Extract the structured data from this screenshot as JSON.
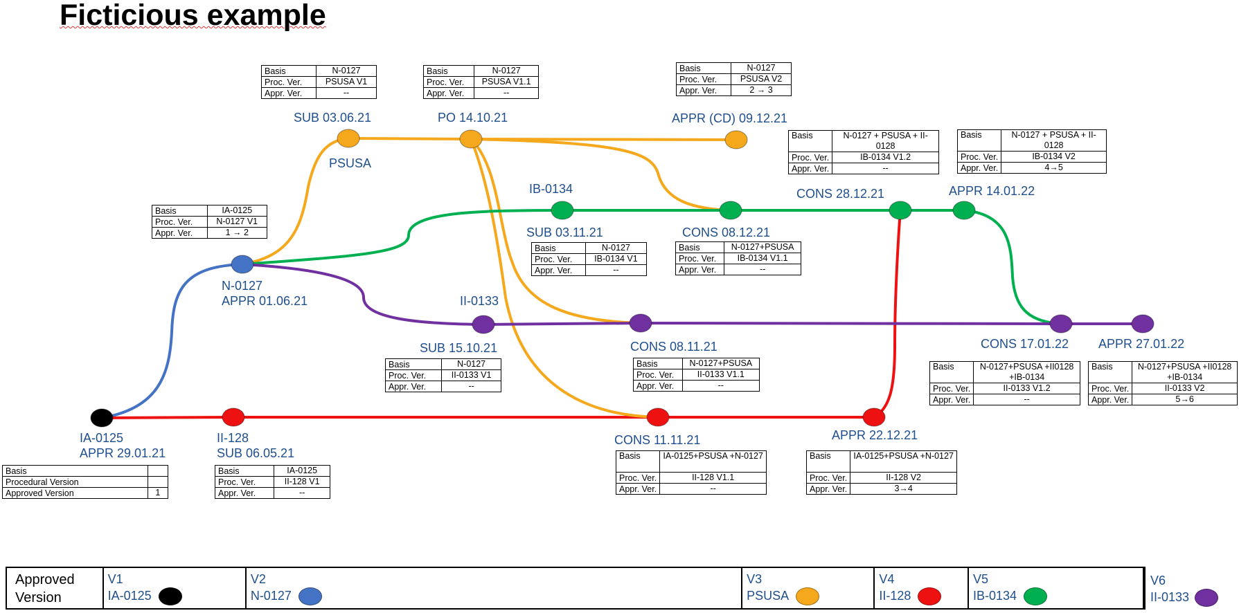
{
  "title": "Ficticious example",
  "colors": {
    "black": "#000000",
    "blue": "#4472c4",
    "orange": "#f5a81b",
    "red": "#ee1111",
    "green": "#00b050",
    "purple": "#7030a0",
    "label_blue": "#1f4e8c"
  },
  "nodes": {
    "ia0125": {
      "line1": "IA-0125",
      "line2": "APPR 29.01.21"
    },
    "ii128": {
      "line1": "II-128",
      "line2": "SUB 06.05.21"
    },
    "n0127": {
      "line1": "N-0127",
      "line2": "APPR 01.06.21"
    },
    "psusa_sub": {
      "line1": "SUB 03.06.21",
      "line2": "PSUSA"
    },
    "po": {
      "line1": "PO 14.10.21"
    },
    "appr_cd": {
      "line1": "APPR (CD) 09.12.21"
    },
    "ib0134": {
      "line1": "IB-0134",
      "line2": "SUB 03.11.21"
    },
    "cons_0812": {
      "line1": "CONS 08.12.21"
    },
    "cons_2812": {
      "line1": "CONS 28.12.21"
    },
    "appr_1401": {
      "line1": "APPR 14.01.22"
    },
    "ii0133": {
      "line1": "II-0133",
      "line2": "SUB 15.10.21"
    },
    "cons_0811": {
      "line1": "CONS 08.11.21"
    },
    "cons_1701": {
      "line1": "CONS 17.01.22"
    },
    "appr_2701": {
      "line1": "APPR 27.01.22"
    },
    "cons_1111": {
      "line1": "CONS 11.11.21"
    },
    "appr_2212": {
      "line1": "APPR 22.12.21"
    }
  },
  "tables": {
    "ia0125": {
      "keys": [
        "Basis",
        "Procedural Version",
        "Approved Version"
      ],
      "values": [
        "",
        "",
        "1"
      ]
    },
    "ii128": {
      "keys": [
        "Basis",
        "Proc. Ver.",
        "Appr. Ver."
      ],
      "values": [
        "IA-0125",
        "II-128 V1",
        "--"
      ]
    },
    "n0127": {
      "keys": [
        "Basis",
        "Proc. Ver.",
        "Appr. Ver."
      ],
      "values": [
        "IA-0125",
        "N-0127 V1",
        "1 → 2"
      ]
    },
    "psusa_sub": {
      "keys": [
        "Basis",
        "Proc. Ver.",
        "Appr. Ver."
      ],
      "values": [
        "N-0127",
        "PSUSA V1",
        "--"
      ]
    },
    "po": {
      "keys": [
        "Basis",
        "Proc. Ver.",
        "Appr. Ver."
      ],
      "values": [
        "N-0127",
        "PSUSA V1.1",
        "--"
      ]
    },
    "appr_cd": {
      "keys": [
        "Basis",
        "Proc. Ver.",
        "Appr. Ver."
      ],
      "values": [
        "N-0127",
        "PSUSA V2",
        "2 → 3"
      ]
    },
    "ib0134": {
      "keys": [
        "Basis",
        "Proc. Ver.",
        "Appr. Ver."
      ],
      "values": [
        "N-0127",
        "IB-0134 V1",
        "--"
      ]
    },
    "cons_0812": {
      "keys": [
        "Basis",
        "Proc. Ver.",
        "Appr. Ver."
      ],
      "values": [
        "N-0127+PSUSA",
        "IB-0134 V1.1",
        "--"
      ]
    },
    "cons_2812": {
      "keys": [
        "Basis",
        "Proc. Ver.",
        "Appr. Ver."
      ],
      "values": [
        "N-0127 + PSUSA + II-0128",
        "IB-0134 V1.2",
        "--"
      ]
    },
    "appr_1401": {
      "keys": [
        "Basis",
        "Proc. Ver.",
        "Appr. Ver."
      ],
      "values": [
        "N-0127 + PSUSA + II-0128",
        "IB-0134 V2",
        "4→5"
      ]
    },
    "ii0133": {
      "keys": [
        "Basis",
        "Proc. Ver.",
        "Appr. Ver."
      ],
      "values": [
        "N-0127",
        "II-0133 V1",
        "--"
      ]
    },
    "cons_0811": {
      "keys": [
        "Basis",
        "Proc. Ver.",
        "Appr. Ver."
      ],
      "values": [
        "N-0127+PSUSA",
        "II-0133 V1.1",
        "--"
      ]
    },
    "cons_1701": {
      "keys": [
        "Basis",
        "Proc. Ver.",
        "Appr. Ver."
      ],
      "values": [
        "N-0127+PSUSA +II0128 +IB-0134",
        "II-0133 V1.2",
        "--"
      ]
    },
    "appr_2701": {
      "keys": [
        "Basis",
        "Proc. Ver.",
        "Appr. Ver."
      ],
      "values": [
        "N-0127+PSUSA +II0128 +IB-0134",
        "II-0133 V2",
        "5→6"
      ]
    },
    "cons_1111": {
      "keys": [
        "Basis",
        "Proc. Ver.",
        "Appr. Ver."
      ],
      "values": [
        "IA-0125+PSUSA +N-0127",
        "II-128 V1.1",
        "--"
      ]
    },
    "appr_2212": {
      "keys": [
        "Basis",
        "Proc. Ver.",
        "Appr. Ver."
      ],
      "values": [
        "IA-0125+PSUSA +N-0127",
        "II-128 V2",
        "3→4"
      ]
    }
  },
  "legend": {
    "heading": "Approved Version",
    "items": [
      {
        "version": "V1",
        "name": "IA-0125",
        "color": "#000000"
      },
      {
        "version": "V2",
        "name": "N-0127",
        "color": "#4472c4"
      },
      {
        "version": "V3",
        "name": "PSUSA",
        "color": "#f5a81b"
      },
      {
        "version": "V4",
        "name": "II-128",
        "color": "#ee1111"
      },
      {
        "version": "V5",
        "name": "IB-0134",
        "color": "#00b050"
      },
      {
        "version": "V6",
        "name": "II-0133",
        "color": "#7030a0"
      }
    ]
  }
}
